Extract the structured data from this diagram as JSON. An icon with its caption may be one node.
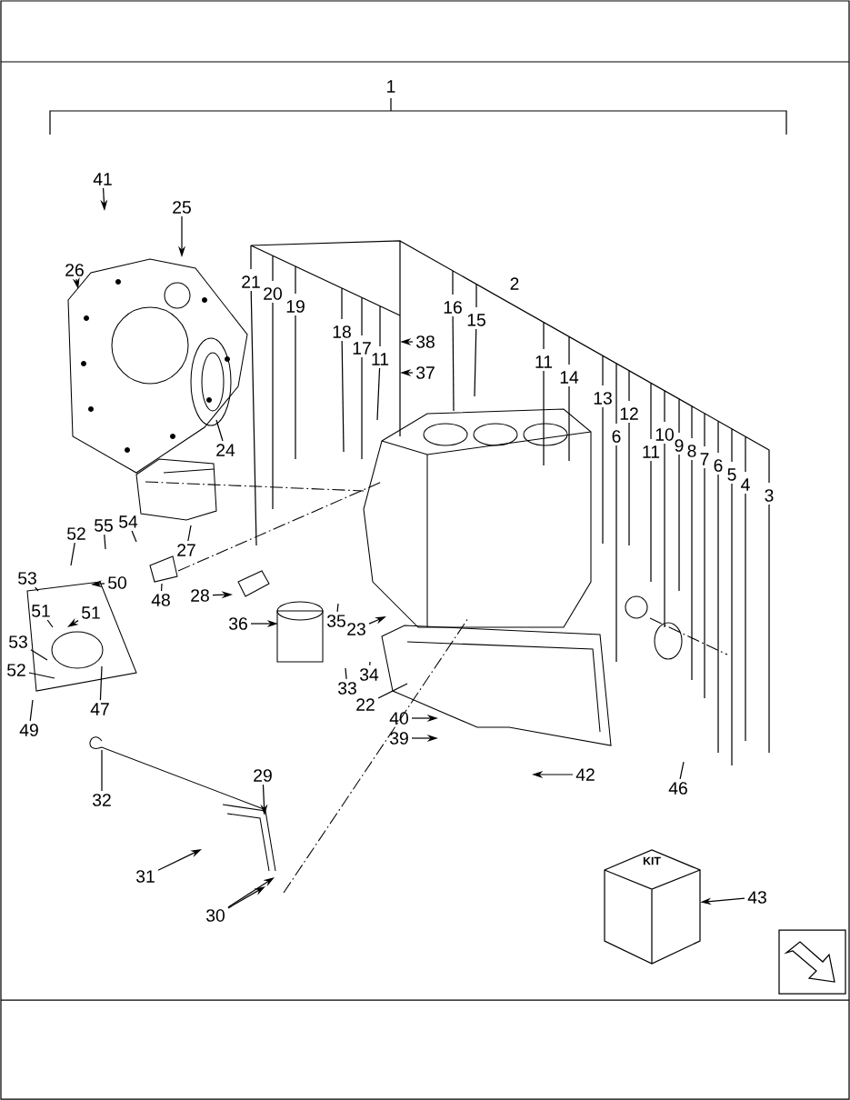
{
  "diagram": {
    "nodes": [
      {
        "text": [
          "41"
        ]
      },
      {
        "text": [
          "25"
        ]
      },
      {
        "text": [
          "26"
        ]
      },
      {
        "text": [
          "21"
        ]
      },
      {
        "text": [
          "20"
        ]
      },
      {
        "text": [
          "19"
        ]
      },
      {
        "text": [
          "18"
        ]
      },
      {
        "text": [
          "17"
        ]
      },
      {
        "text": [
          "11"
        ]
      },
      {
        "text": [
          "16"
        ]
      },
      {
        "text": [
          "15"
        ]
      },
      {
        "text": [
          "38"
        ]
      },
      {
        "text": [
          "37"
        ]
      },
      {
        "text": [
          "11"
        ]
      },
      {
        "text": [
          "14"
        ]
      },
      {
        "text": [
          "13"
        ]
      },
      {
        "text": [
          "12"
        ]
      },
      {
        "text": [
          "6"
        ]
      },
      {
        "text": [
          "11"
        ]
      },
      {
        "text": [
          "10"
        ]
      },
      {
        "text": [
          "9"
        ]
      },
      {
        "text": [
          "8"
        ]
      },
      {
        "text": [
          "7"
        ]
      },
      {
        "text": [
          "6"
        ]
      },
      {
        "text": [
          "5"
        ]
      },
      {
        "text": [
          "4"
        ]
      },
      {
        "text": [
          "3"
        ]
      },
      {
        "text": [
          "24"
        ]
      },
      {
        "text": [
          "52"
        ]
      },
      {
        "text": [
          "55"
        ]
      },
      {
        "text": [
          "54"
        ]
      },
      {
        "text": [
          "27"
        ]
      },
      {
        "text": [
          "53"
        ]
      },
      {
        "text": [
          "50"
        ]
      },
      {
        "text": [
          "48"
        ]
      },
      {
        "text": [
          "28"
        ]
      },
      {
        "text": [
          "51"
        ]
      },
      {
        "text": [
          "51"
        ]
      },
      {
        "text": [
          "36"
        ]
      },
      {
        "text": [
          "35"
        ]
      },
      {
        "text": [
          "23"
        ]
      },
      {
        "text": [
          "53"
        ]
      },
      {
        "text": [
          "52"
        ]
      },
      {
        "text": [
          "33"
        ]
      },
      {
        "text": [
          "34"
        ]
      },
      {
        "text": [
          "47"
        ]
      },
      {
        "text": [
          "22"
        ]
      },
      {
        "text": [
          "40"
        ]
      },
      {
        "text": [
          "39"
        ]
      },
      {
        "text": [
          "49"
        ]
      },
      {
        "text": [
          "42"
        ]
      },
      {
        "text": [
          "32"
        ]
      },
      {
        "text": [
          "29"
        ]
      },
      {
        "text": [
          "46"
        ]
      },
      {
        "text": [
          "31"
        ]
      },
      {
        "text": [
          "30"
        ]
      },
      {
        "text": [
          "KIT"
        ]
      },
      {
        "text": [
          "43"
        ]
      }
    ],
    "edges": [
      {
        "from": 0,
        "to": null,
        "arrow": "to"
      },
      {
        "from": 1,
        "to": null,
        "arrow": "to"
      },
      {
        "from": 2,
        "to": null,
        "arrow": "to"
      },
      {
        "from": 3,
        "to": null,
        "arrow": "none"
      },
      {
        "from": 4,
        "to": null,
        "arrow": "none"
      },
      {
        "from": 5,
        "to": null,
        "arrow": "none"
      },
      {
        "from": 6,
        "to": null,
        "arrow": "none"
      },
      {
        "from": 7,
        "to": null,
        "arrow": "none"
      },
      {
        "from": 8,
        "to": null,
        "arrow": "none"
      },
      {
        "from": 9,
        "to": null,
        "arrow": "none"
      },
      {
        "from": 10,
        "to": null,
        "arrow": "none"
      },
      {
        "from": 11,
        "to": null,
        "arrow": "to"
      },
      {
        "from": 12,
        "to": null,
        "arrow": "to"
      },
      {
        "from": 13,
        "to": null,
        "arrow": "none"
      },
      {
        "from": 14,
        "to": null,
        "arrow": "none"
      },
      {
        "from": 15,
        "to": null,
        "arrow": "none"
      },
      {
        "from": 16,
        "to": null,
        "arrow": "none"
      },
      {
        "from": 17,
        "to": null,
        "arrow": "none"
      },
      {
        "from": 18,
        "to": null,
        "arrow": "none"
      },
      {
        "from": 19,
        "to": null,
        "arrow": "none"
      },
      {
        "from": 20,
        "to": null,
        "arrow": "none"
      },
      {
        "from": 21,
        "to": null,
        "arrow": "none"
      },
      {
        "from": 22,
        "to": null,
        "arrow": "none"
      },
      {
        "from": 23,
        "to": null,
        "arrow": "none"
      },
      {
        "from": 24,
        "to": null,
        "arrow": "none"
      },
      {
        "from": 25,
        "to": null,
        "arrow": "none"
      },
      {
        "from": 26,
        "to": null,
        "arrow": "none"
      },
      {
        "from": 27,
        "to": null,
        "arrow": "none"
      },
      {
        "from": 28,
        "to": null,
        "arrow": "none"
      },
      {
        "from": 29,
        "to": null,
        "arrow": "none"
      },
      {
        "from": 30,
        "to": null,
        "arrow": "none"
      },
      {
        "from": 31,
        "to": null,
        "arrow": "none"
      },
      {
        "from": 32,
        "to": null,
        "arrow": "none"
      },
      {
        "from": 33,
        "to": null,
        "arrow": "to"
      },
      {
        "from": 34,
        "to": null,
        "arrow": "none"
      },
      {
        "from": 35,
        "to": null,
        "arrow": "to"
      },
      {
        "from": 36,
        "to": null,
        "arrow": "none"
      },
      {
        "from": 37,
        "to": null,
        "arrow": "to"
      },
      {
        "from": 38,
        "to": null,
        "arrow": "to"
      },
      {
        "from": 39,
        "to": null,
        "arrow": "none"
      },
      {
        "from": 40,
        "to": null,
        "arrow": "to"
      },
      {
        "from": 41,
        "to": null,
        "arrow": "none"
      },
      {
        "from": 42,
        "to": null,
        "arrow": "none"
      },
      {
        "from": 43,
        "to": null,
        "arrow": "none"
      },
      {
        "from": 44,
        "to": null,
        "arrow": "none"
      },
      {
        "from": 45,
        "to": null,
        "arrow": "none"
      },
      {
        "from": 46,
        "to": null,
        "arrow": "none"
      },
      {
        "from": 47,
        "to": null,
        "arrow": "to"
      },
      {
        "from": 48,
        "to": null,
        "arrow": "to"
      },
      {
        "from": 49,
        "to": null,
        "arrow": "none"
      },
      {
        "from": 50,
        "to": null,
        "arrow": "to"
      },
      {
        "from": 51,
        "to": null,
        "arrow": "none"
      },
      {
        "from": 52,
        "to": null,
        "arrow": "to"
      },
      {
        "from": 53,
        "to": null,
        "arrow": "none"
      },
      {
        "from": 54,
        "to": null,
        "arrow": "to"
      },
      {
        "from": 55,
        "to": null,
        "arrow": "to"
      },
      {
        "from": 55,
        "to": null,
        "arrow": "to"
      },
      {
        "from": 57,
        "to": 56,
        "arrow": "to"
      }
    ],
    "labels": [
      "1",
      "2"
    ]
  }
}
